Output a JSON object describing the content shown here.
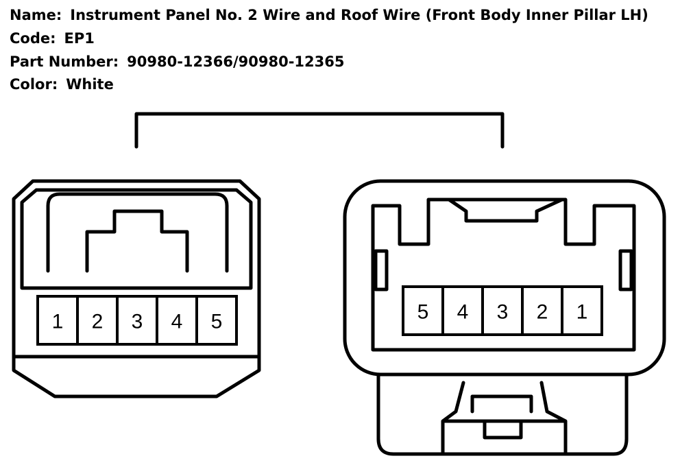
{
  "header": {
    "name_label": "Name:",
    "name_value": "Instrument Panel No. 2 Wire and Roof Wire (Front Body Inner Pillar LH)",
    "code_label": "Code:",
    "code_value": "EP1",
    "part_label": "Part Number:",
    "part_value": "90980-12366/90980-12365",
    "color_label": "Color:",
    "color_value": "White"
  },
  "left_connector": {
    "pins": [
      "1",
      "2",
      "3",
      "4",
      "5"
    ]
  },
  "right_connector": {
    "pins": [
      "5",
      "4",
      "3",
      "2",
      "1"
    ]
  },
  "colors": {
    "line": "#000000",
    "background": "#ffffff"
  }
}
